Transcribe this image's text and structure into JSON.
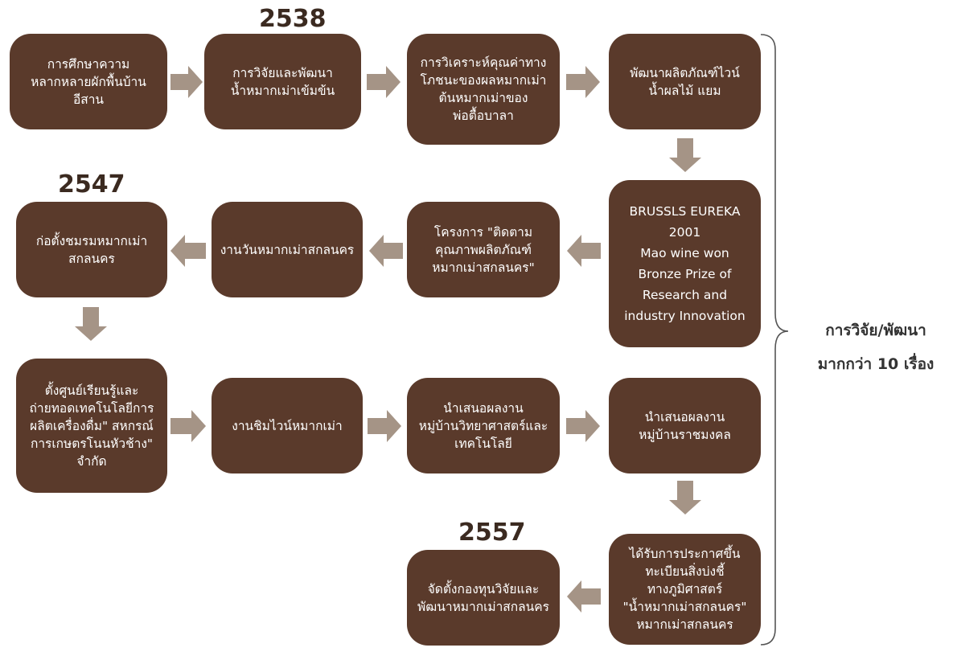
{
  "colors": {
    "box_fill": "#5a3a2b",
    "box_text": "#ffffff",
    "arrow": "#a59486",
    "year_text": "#3b2a20",
    "label_text": "#333333"
  },
  "years": {
    "y2538": "2538",
    "y2547": "2547",
    "y2557": "2557"
  },
  "boxes": {
    "study_vegetables": "การศึกษาความ\nหลากหลายผักพื้นบ้าน\nอีสาน",
    "research_concentrate": "การวิจัยและพัฒนา\nน้ำหมากเม่าเข้มข้น",
    "nutrition_analysis": "การวิเคราะห์คุณค่าทาง\nโภชนะของผลหมากเม่า\nต้นหมากเม่าของ\nพ่อตื้อบาลา",
    "product_development": "พัฒนาผลิตภัณฑ์ไวน์\nน้ำผลไม้ แยม",
    "brussels_eureka": "BRUSSLS EUREKA\n2001\nMao wine won\nBronze Prize of\nResearch and\nindustry Innovation",
    "quality_project": "โครงการ \"ติดตาม\nคุณภาพผลิตภัณฑ์\nหมากเม่าสกลนคร\"",
    "mao_day": "งานวันหมากเม่าสกลนคร",
    "found_club": "ก่อตั้งชมรมหมากเม่า\nสกลนคร",
    "learning_center": "ตั้งศูนย์เรียนรู้และ\nถ่ายทอดเทคโนโลยีการ\nผลิตเครื่องดื่ม\" สหกรณ์\nการเกษตรโนนหัวช้าง\"\nจำกัด",
    "wine_tasting": "งานชิมไวน์หมากเม่า",
    "present_science_village": "นำเสนอผลงาน\nหมู่บ้านวิทยาศาสตร์และ\nเทคโนโลยี",
    "present_rajamangala": "นำเสนอผลงาน\nหมู่บ้านราชมงคล",
    "gi_registration": "ได้รับการประกาศขึ้น\nทะเบียนสิ่งบ่งชี้\nทางภูมิศาสตร์\n\"น้ำหมากเม่าสกลนคร\"\nหมากเม่าสกลนคร",
    "research_fund": "จัดตั้งกองทุนวิจัยและ\nพัฒนาหมากเม่าสกลนคร"
  },
  "side_label": {
    "line1": "การวิจัย/พัฒนา",
    "line2": "มากกว่า 10 เรื่อง"
  }
}
